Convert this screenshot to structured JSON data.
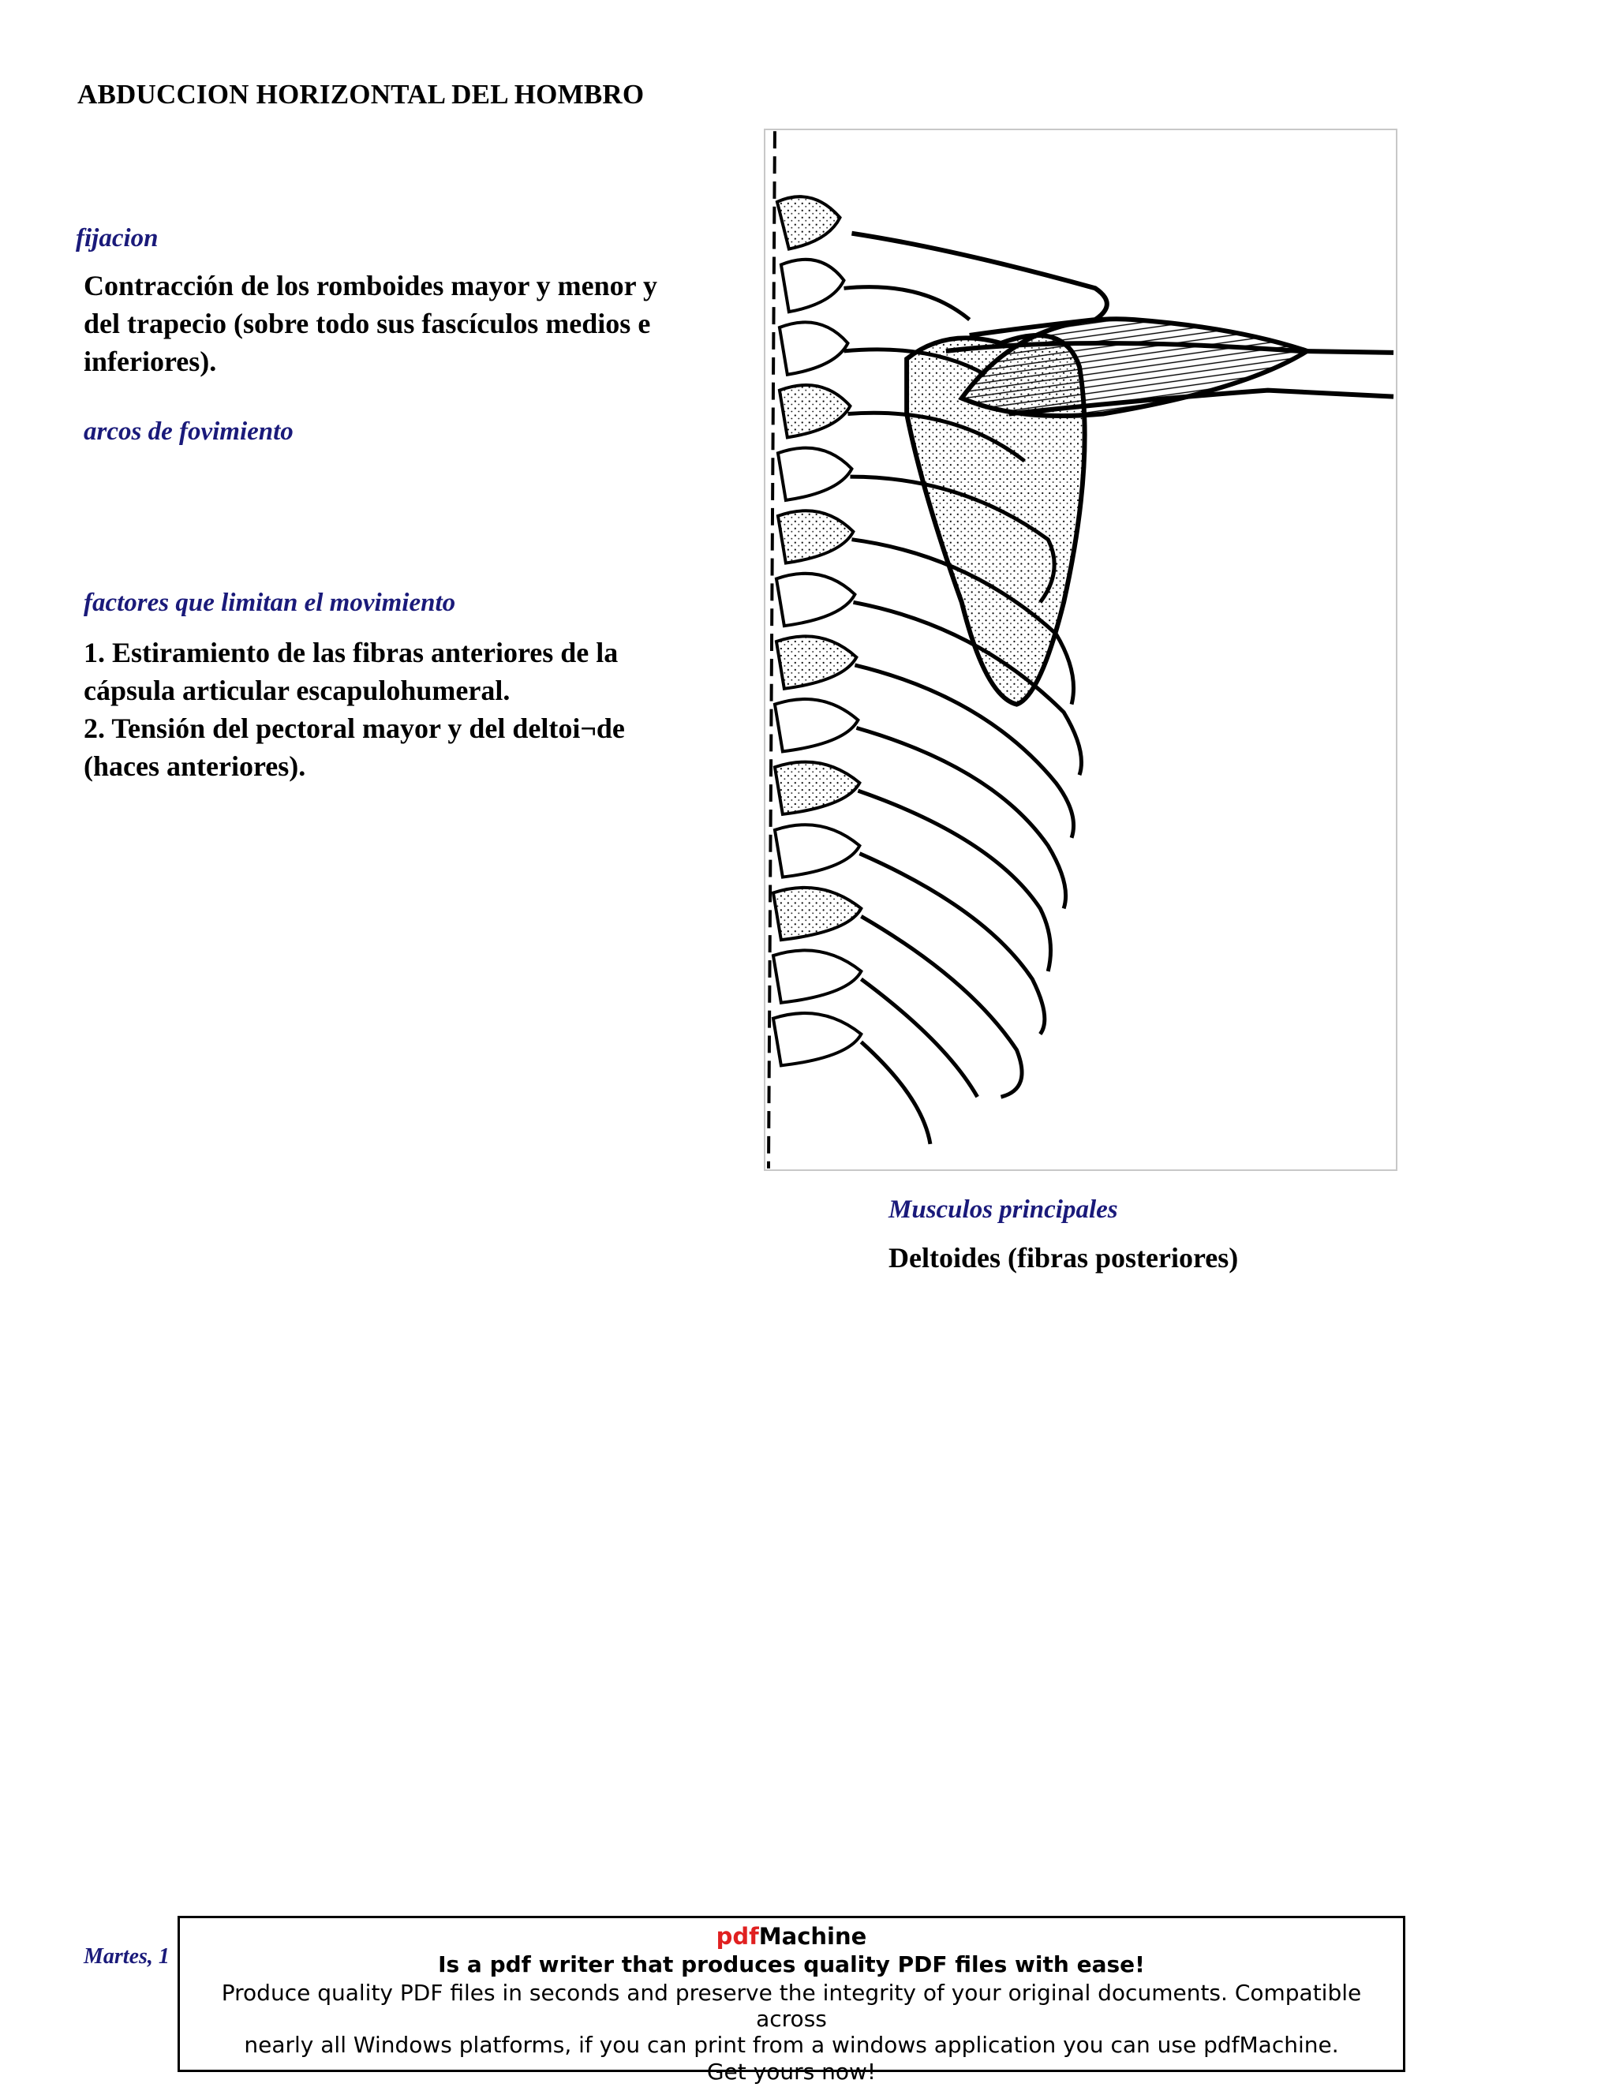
{
  "title": "ABDUCCION HORIZONTAL DEL HOMBRO",
  "fijacion": {
    "label": "fijacion",
    "lines": [
      "Contracción de los romboides mayor y menor y",
      "del trapecio (sobre todo sus fascículos medios e",
      "inferiores)."
    ]
  },
  "arcos": {
    "label": "arcos de fovimiento"
  },
  "factores": {
    "label": "factores que limitan el movimiento",
    "lines": [
      "1.   Estiramiento de las fibras anteriores de la",
      "cápsula articular escapulohumeral.",
      "2.   Tensión del pectoral mayor y del deltoi¬de",
      "(haces anteriores)."
    ]
  },
  "musculos": {
    "label": "Musculos principales",
    "text": "Deltoides (fibras posteriores)"
  },
  "footer": {
    "date_fragment": "Martes, 1"
  },
  "ad": {
    "brand_red": "pdf",
    "brand_black": "Machine",
    "tagline": "Is a pdf writer that produces quality PDF files with ease!",
    "desc_line1": "Produce quality PDF files in seconds and preserve the integrity of your original documents. Compatible across",
    "desc_line2": "nearly all Windows platforms, if you can print from a windows application you can use pdfMachine.",
    "cta": "Get yours now!"
  }
}
